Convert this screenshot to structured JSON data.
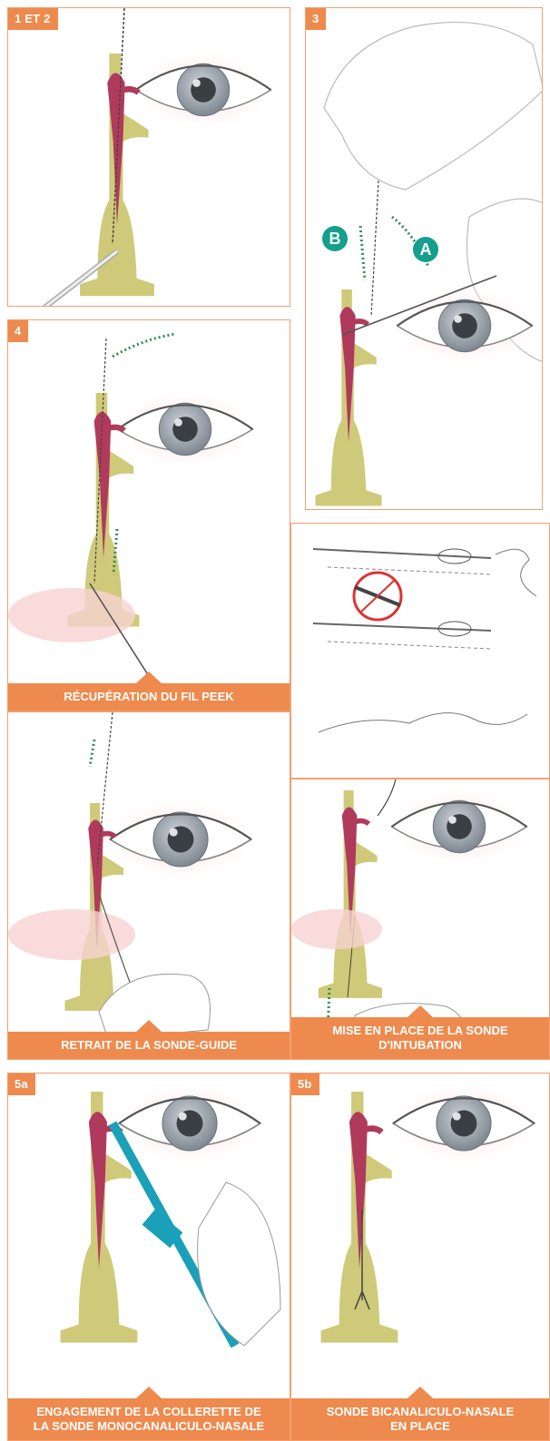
{
  "panels": {
    "p12": {
      "tag": "1 ET 2"
    },
    "p3": {
      "tag": "3",
      "marker_b": "B",
      "marker_a": "A"
    },
    "p4": {
      "tag": "4",
      "caption": "RÉCUPÉRATION DU FIL PEEK"
    },
    "p_retrait": {
      "caption": "RETRAIT DE LA SONDE-GUIDE"
    },
    "p_mise": {
      "caption_line1": "MISE EN PLACE DE LA SONDE",
      "caption_line2": "D'INTUBATION"
    },
    "p5a": {
      "tag": "5a",
      "caption_line1": "ENGAGEMENT DE LA COLLERETTE DE",
      "caption_line2": "LA SONDE MONOCANALICULO-NASALE"
    },
    "p5b": {
      "tag": "5b",
      "caption_line1": "SONDE BICANALICULO-NASALE",
      "caption_line2": "EN PLACE"
    }
  },
  "colors": {
    "accent": "#ee8a4e",
    "marker": "#14a08a",
    "sac": "#b03a5b",
    "bone": "#c9c46a",
    "iris": "#9aa3ad"
  }
}
